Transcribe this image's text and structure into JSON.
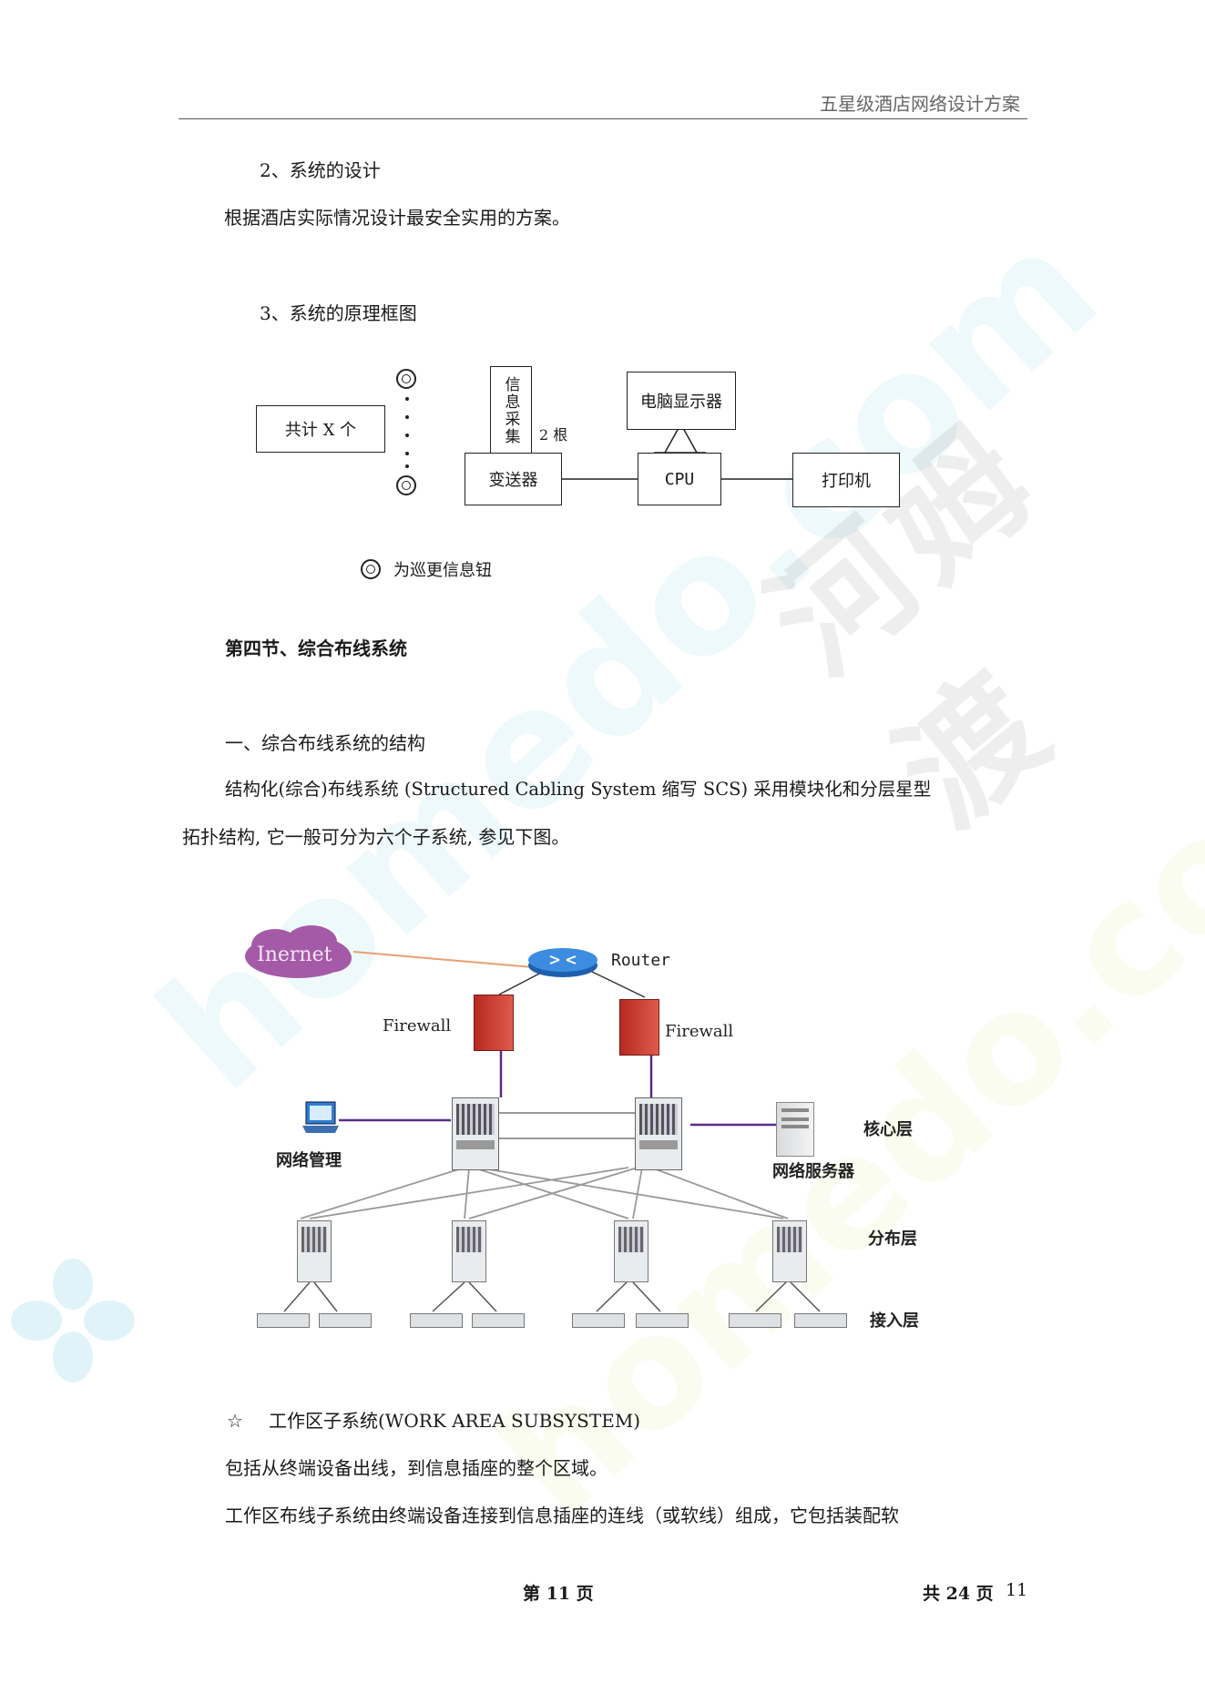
{
  "header": {
    "title": "五星级酒店网络设计方案"
  },
  "watermark": {
    "text_main": "homedo.com",
    "text_cn": "河姆渡"
  },
  "section_2": {
    "heading": "2、系统的设计",
    "body": "根据酒店实际情况设计最安全实用的方案。"
  },
  "section_3": {
    "heading": "3、系统的原理框图"
  },
  "diagram1": {
    "total_box": "共计 X 个",
    "collector_box": "信息采集",
    "root_count": "2 根",
    "transmitter_box": "变送器",
    "monitor_box": "电脑显示器",
    "cpu_box": "CPU",
    "printer_box": "打印机",
    "legend_text": "为巡更信息钮"
  },
  "section_4": {
    "title": "第四节、综合布线系统",
    "sub_heading": "一、综合布线系统的结构",
    "para_line1": "结构化(综合)布线系统 (Structured Cabling System 缩写 SCS) 采用模块化和分层星型",
    "para_line2": "拓扑结构, 它一般可分为六个子系统, 参见下图。"
  },
  "diagram2": {
    "internet_label": "Inernet",
    "router_label": "Router",
    "firewall_left": "Firewall",
    "firewall_right": "Firewall",
    "mgmt_label": "网络管理",
    "server_label": "网络服务器",
    "layer_core": "核心层",
    "layer_dist": "分布层",
    "layer_access": "接入层"
  },
  "work_area": {
    "star": "☆",
    "heading": "工作区子系统(WORK AREA SUBSYSTEM)",
    "line1": "包括从终端设备出线，到信息插座的整个区域。",
    "line2": "工作区布线子系统由终端设备连接到信息插座的连线（或软线）组成，它包括装配软"
  },
  "footer": {
    "page_label": "第 11 页",
    "total_label": "共 24 页",
    "page_number": "11"
  },
  "colors": {
    "accent_blue": "#2b6cd4",
    "firewall_red": "#c0392b",
    "internet_purple": "#9b4f9e",
    "link_purple": "#5b2a86"
  }
}
